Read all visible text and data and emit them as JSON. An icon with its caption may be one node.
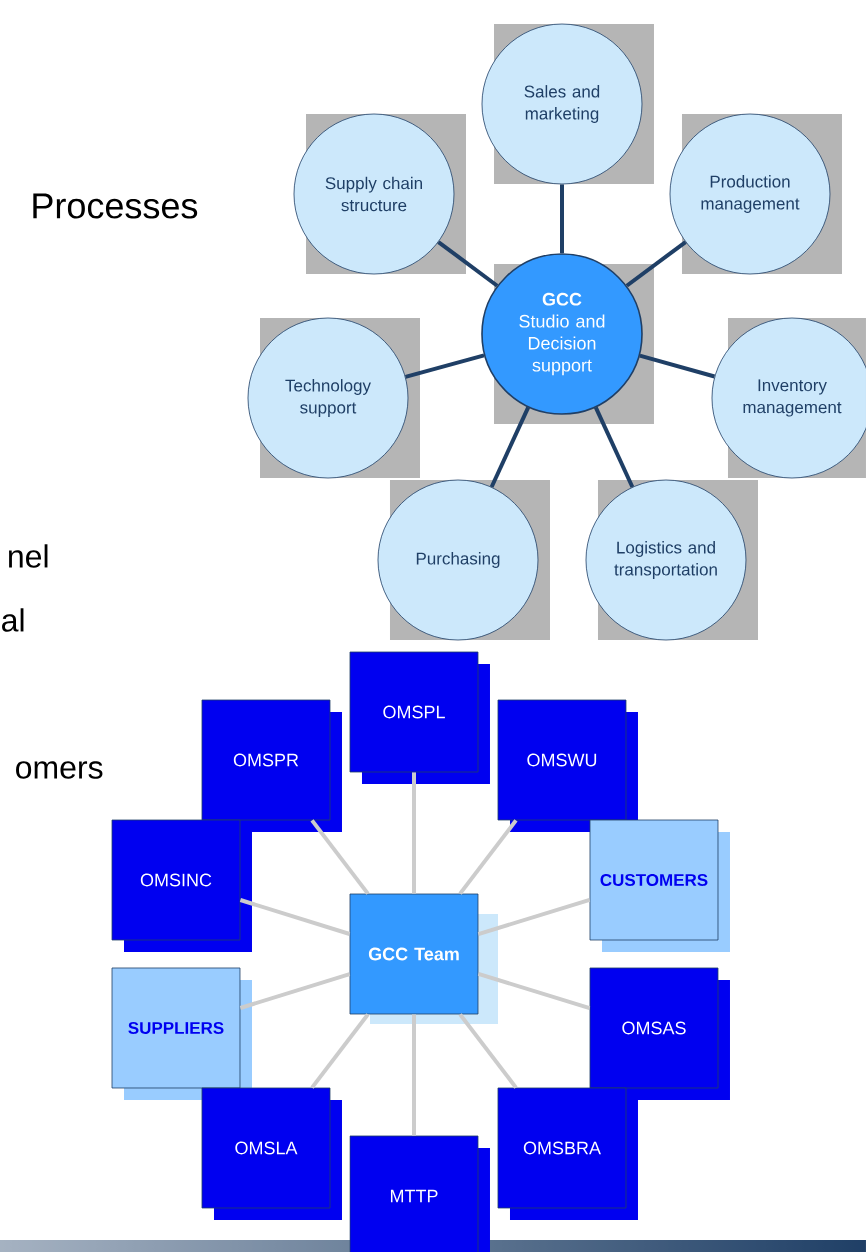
{
  "diagram": {
    "title": "Processes",
    "nodes": [
      {
        "text": [
          "GCC",
          "Studio and Decision support"
        ]
      },
      {
        "text": [
          "Sales and marketing"
        ]
      },
      {
        "text": [
          "Supply chain structure"
        ]
      },
      {
        "text": [
          "Production management"
        ]
      },
      {
        "text": [
          "Technology support"
        ]
      },
      {
        "text": [
          "Inventory management"
        ]
      },
      {
        "text": [
          "Purchasing"
        ]
      },
      {
        "text": [
          "Logistics and transportation"
        ]
      },
      {
        "text": [
          "GCC Team"
        ]
      },
      {
        "text": [
          "OMSPL"
        ]
      },
      {
        "text": [
          "OMSPR"
        ]
      },
      {
        "text": [
          "OMSWU"
        ]
      },
      {
        "text": [
          "OMSINC"
        ]
      },
      {
        "text": [
          "CUSTOMERS"
        ]
      },
      {
        "text": [
          "SUPPLIERS"
        ]
      },
      {
        "text": [
          "OMSAS"
        ]
      },
      {
        "text": [
          "OMSLA"
        ]
      },
      {
        "text": [
          "MTTP"
        ]
      },
      {
        "text": [
          "OMSBRA"
        ]
      }
    ],
    "edges": [
      {
        "from": 0,
        "to": 1,
        "arrow": "none",
        "color": "#1f3f66"
      },
      {
        "from": 0,
        "to": 2,
        "arrow": "none",
        "color": "#1f3f66"
      },
      {
        "from": 0,
        "to": 3,
        "arrow": "none",
        "color": "#1f3f66"
      },
      {
        "from": 0,
        "to": 4,
        "arrow": "none",
        "color": "#1f3f66"
      },
      {
        "from": 0,
        "to": 5,
        "arrow": "none",
        "color": "#1f3f66"
      },
      {
        "from": 0,
        "to": 6,
        "arrow": "none",
        "color": "#1f3f66"
      },
      {
        "from": 0,
        "to": 7,
        "arrow": "none",
        "color": "#1f3f66"
      },
      {
        "from": 8,
        "to": 9,
        "arrow": "none"
      },
      {
        "from": 8,
        "to": 10,
        "arrow": "none"
      },
      {
        "from": 8,
        "to": 11,
        "arrow": "none"
      },
      {
        "from": 8,
        "to": 12,
        "arrow": "none"
      },
      {
        "from": 8,
        "to": 13,
        "arrow": "none"
      },
      {
        "from": 8,
        "to": 14,
        "arrow": "none"
      },
      {
        "from": 8,
        "to": 15,
        "arrow": "none"
      },
      {
        "from": 8,
        "to": 16,
        "arrow": "none"
      },
      {
        "from": 8,
        "to": 17,
        "arrow": "none"
      },
      {
        "from": 8,
        "to": 18,
        "arrow": "none"
      }
    ],
    "labels": [
      "nel",
      "al",
      "omers"
    ]
  }
}
